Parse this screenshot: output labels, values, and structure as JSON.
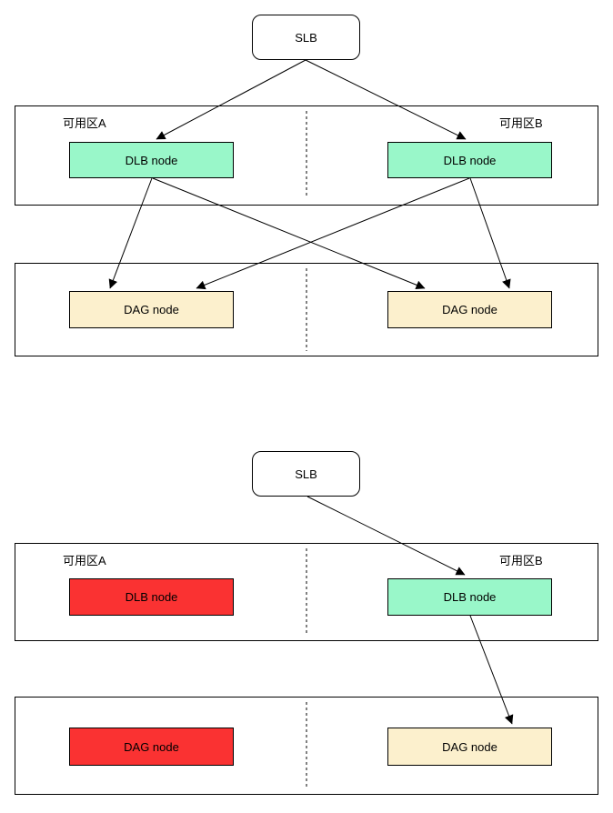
{
  "colors": {
    "healthy_fill": "#99F7C9",
    "failed_fill": "#FA3232",
    "dag_fill": "#FCF0CD",
    "line": "#000000",
    "divider": "#595959"
  },
  "diagram_normal": {
    "slb": "SLB",
    "zone_a": {
      "label": "可用区A",
      "dlb": "DLB node",
      "dag": "DAG node"
    },
    "zone_b": {
      "label": "可用区B",
      "dlb": "DLB node",
      "dag": "DAG node"
    }
  },
  "diagram_failover": {
    "slb": "SLB",
    "zone_a": {
      "label": "可用区A",
      "dlb": "DLB node",
      "dag": "DAG node"
    },
    "zone_b": {
      "label": "可用区B",
      "dlb": "DLB node",
      "dag": "DAG node"
    }
  }
}
